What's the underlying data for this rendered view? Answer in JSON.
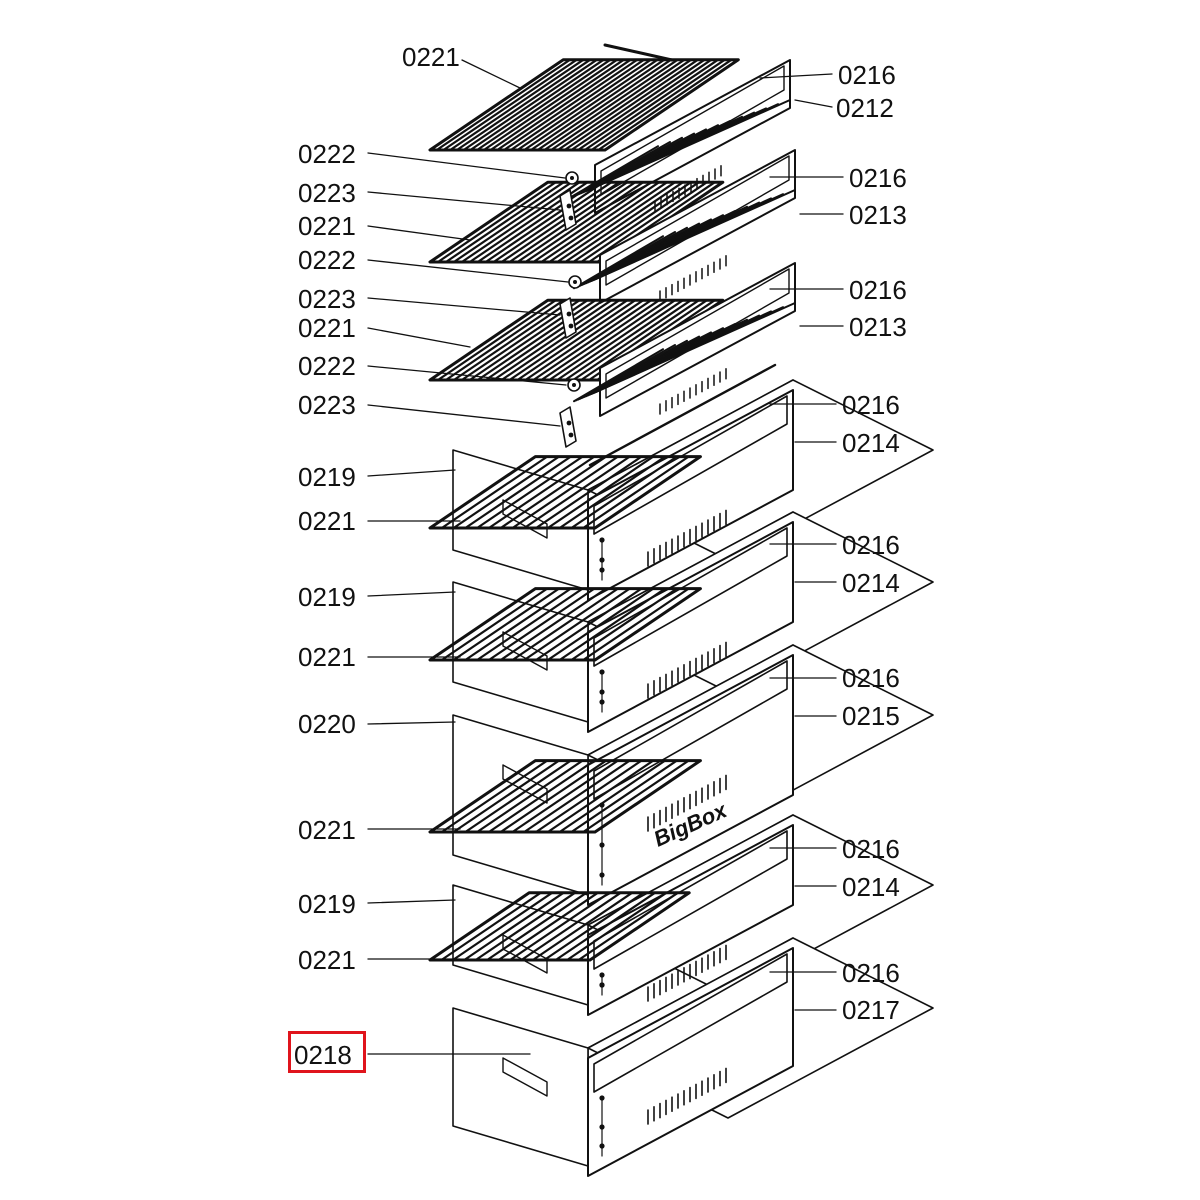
{
  "diagram": {
    "brand_text": "BigBox",
    "highlight_color": "#e0141c",
    "line_color": "#111111",
    "highlighted_label_index": 27,
    "labels": [
      "0221",
      "0216",
      "0212",
      "0222",
      "0223",
      "0221",
      "0216",
      "0213",
      "0222",
      "0223",
      "0221",
      "0216",
      "0213",
      "0222",
      "0223",
      "0216",
      "0214",
      "0219",
      "0221",
      "0216",
      "0214",
      "0219",
      "0221",
      "0216",
      "0215",
      "0220",
      "0221",
      "0218",
      "0216",
      "0214",
      "0219",
      "0221",
      "0216",
      "0217"
    ]
  }
}
